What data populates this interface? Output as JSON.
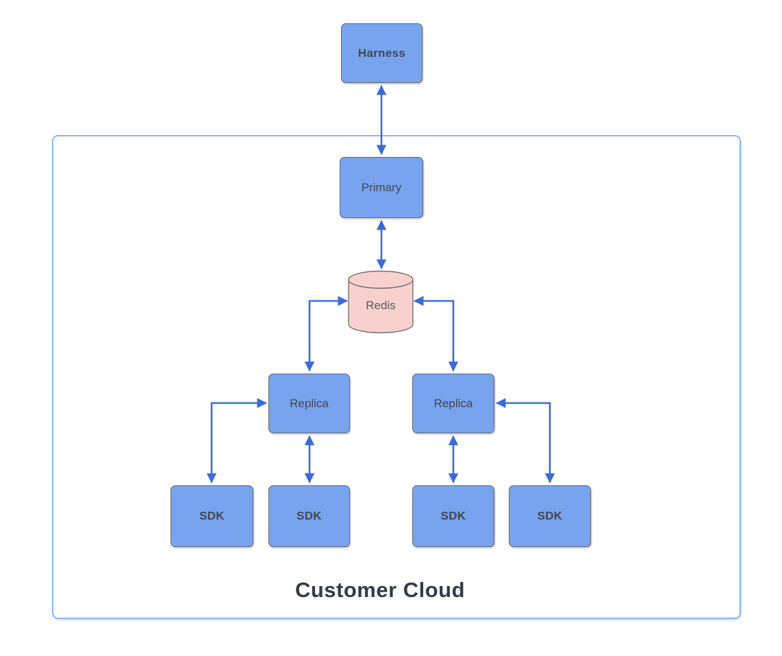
{
  "container": {
    "label": "Customer Cloud"
  },
  "nodes": {
    "harness": {
      "label": "Harness",
      "shape": "rectangle",
      "inside_cloud": false
    },
    "primary": {
      "label": "Primary",
      "shape": "rectangle",
      "inside_cloud": true
    },
    "redis": {
      "label": "Redis",
      "shape": "cylinder",
      "inside_cloud": true
    },
    "replica_left": {
      "label": "Replica",
      "shape": "rectangle",
      "inside_cloud": true
    },
    "replica_right": {
      "label": "Replica",
      "shape": "rectangle",
      "inside_cloud": true
    },
    "sdk_1": {
      "label": "SDK",
      "shape": "rectangle",
      "inside_cloud": true
    },
    "sdk_2": {
      "label": "SDK",
      "shape": "rectangle",
      "inside_cloud": true
    },
    "sdk_3": {
      "label": "SDK",
      "shape": "rectangle",
      "inside_cloud": true
    },
    "sdk_4": {
      "label": "SDK",
      "shape": "rectangle",
      "inside_cloud": true
    }
  },
  "edges": [
    {
      "from": "harness",
      "to": "primary",
      "direction": "both",
      "route": "straight-vertical"
    },
    {
      "from": "primary",
      "to": "redis",
      "direction": "both",
      "route": "straight-vertical"
    },
    {
      "from": "redis",
      "to": "replica_left",
      "direction": "both",
      "route": "elbow"
    },
    {
      "from": "redis",
      "to": "replica_right",
      "direction": "both",
      "route": "elbow"
    },
    {
      "from": "replica_left",
      "to": "sdk_1",
      "direction": "both",
      "route": "elbow"
    },
    {
      "from": "replica_left",
      "to": "sdk_2",
      "direction": "both",
      "route": "straight-vertical"
    },
    {
      "from": "replica_right",
      "to": "sdk_3",
      "direction": "both",
      "route": "straight-vertical"
    },
    {
      "from": "replica_right",
      "to": "sdk_4",
      "direction": "both",
      "route": "elbow"
    }
  ],
  "colors": {
    "node_fill": "#78a4ef",
    "node_border": "#64666c",
    "redis_fill": "#f8d1cf",
    "redis_border": "#707070",
    "arrow": "#3a6bd8",
    "container_border": "#8ab4f8",
    "node_text": "#43464b",
    "container_text": "#343b47",
    "canvas_background": "#ffffff"
  }
}
